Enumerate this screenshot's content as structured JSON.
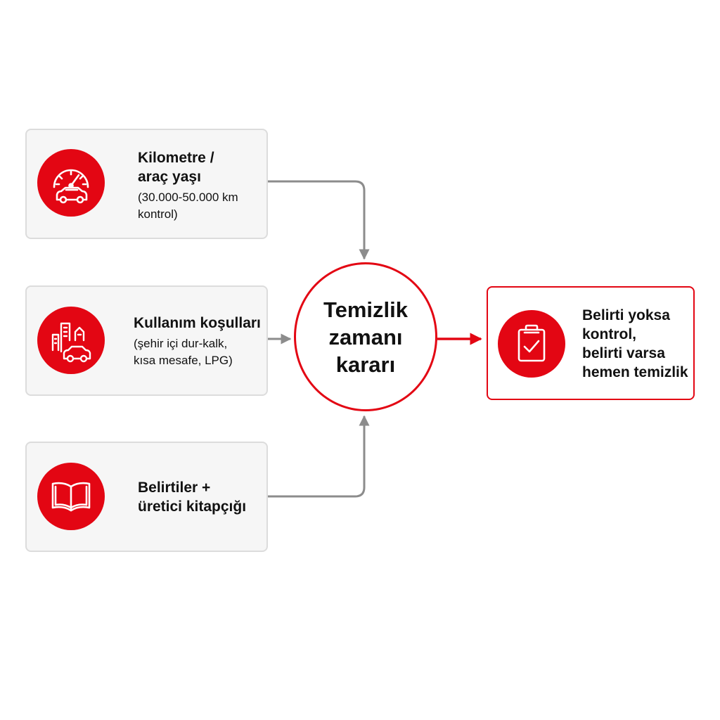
{
  "colors": {
    "accent": "#e30613",
    "connector": "#8c8c8c",
    "card_background": "#f6f6f6",
    "card_border": "#dcdcdc"
  },
  "inputs": [
    {
      "title": "Kilometre /\naraç yaşı",
      "subtitle": "(30.000-50.000 km\nkontrol)",
      "icon": "speedometer-car-icon"
    },
    {
      "title": "Kullanım koşulları",
      "subtitle": "(şehir içi dur-kalk,\nkısa mesafe, LPG)",
      "icon": "city-car-icon"
    },
    {
      "title": "Belirtiler +\nüretici kitapçığı",
      "subtitle": "",
      "icon": "open-book-icon"
    }
  ],
  "decision": {
    "label": "Temizlik\nzamanı\nkararı"
  },
  "result": {
    "label": "Belirti yoksa\nkontrol,\nbelirti varsa\nhemen temizlik",
    "icon": "clipboard-check-icon"
  }
}
